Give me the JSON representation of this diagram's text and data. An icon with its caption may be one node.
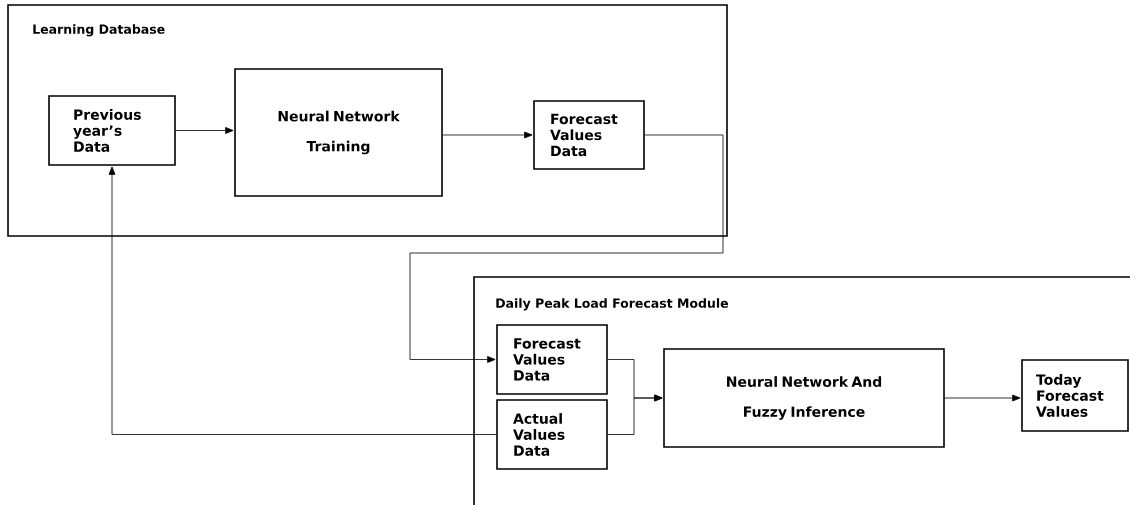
{
  "diagram": {
    "nodes": [
      {
        "text": [
          "Learning Database"
        ]
      },
      {
        "text": [
          "Previous year’s Data"
        ],
        "in": 0
      },
      {
        "text": [
          "Neural Network Training"
        ],
        "in": 0
      },
      {
        "text": [
          "Forecast Values Data"
        ],
        "in": 0
      },
      {
        "text": [
          "Daily Peak Load Forecast Module"
        ]
      },
      {
        "text": [
          "Forecast Values Data"
        ],
        "in": 4
      },
      {
        "text": [
          "Actual Values Data"
        ],
        "in": 4
      },
      {
        "text": [
          "Neural Network And Fuzzy Inference"
        ],
        "in": 4
      },
      {
        "text": [
          "Today Forecast Values"
        ],
        "in": 4
      }
    ],
    "edges": [
      {
        "from": 1,
        "to": 2,
        "arrow": "to"
      },
      {
        "from": 2,
        "to": 3,
        "arrow": "to"
      },
      {
        "from": 3,
        "to": 5,
        "arrow": "to"
      },
      {
        "from": 5,
        "to": 7,
        "arrow": "to"
      },
      {
        "from": 6,
        "to": 7,
        "arrow": "to"
      },
      {
        "from": 6,
        "to": 1,
        "arrow": "to"
      },
      {
        "from": 7,
        "to": 8,
        "arrow": "to"
      }
    ]
  }
}
